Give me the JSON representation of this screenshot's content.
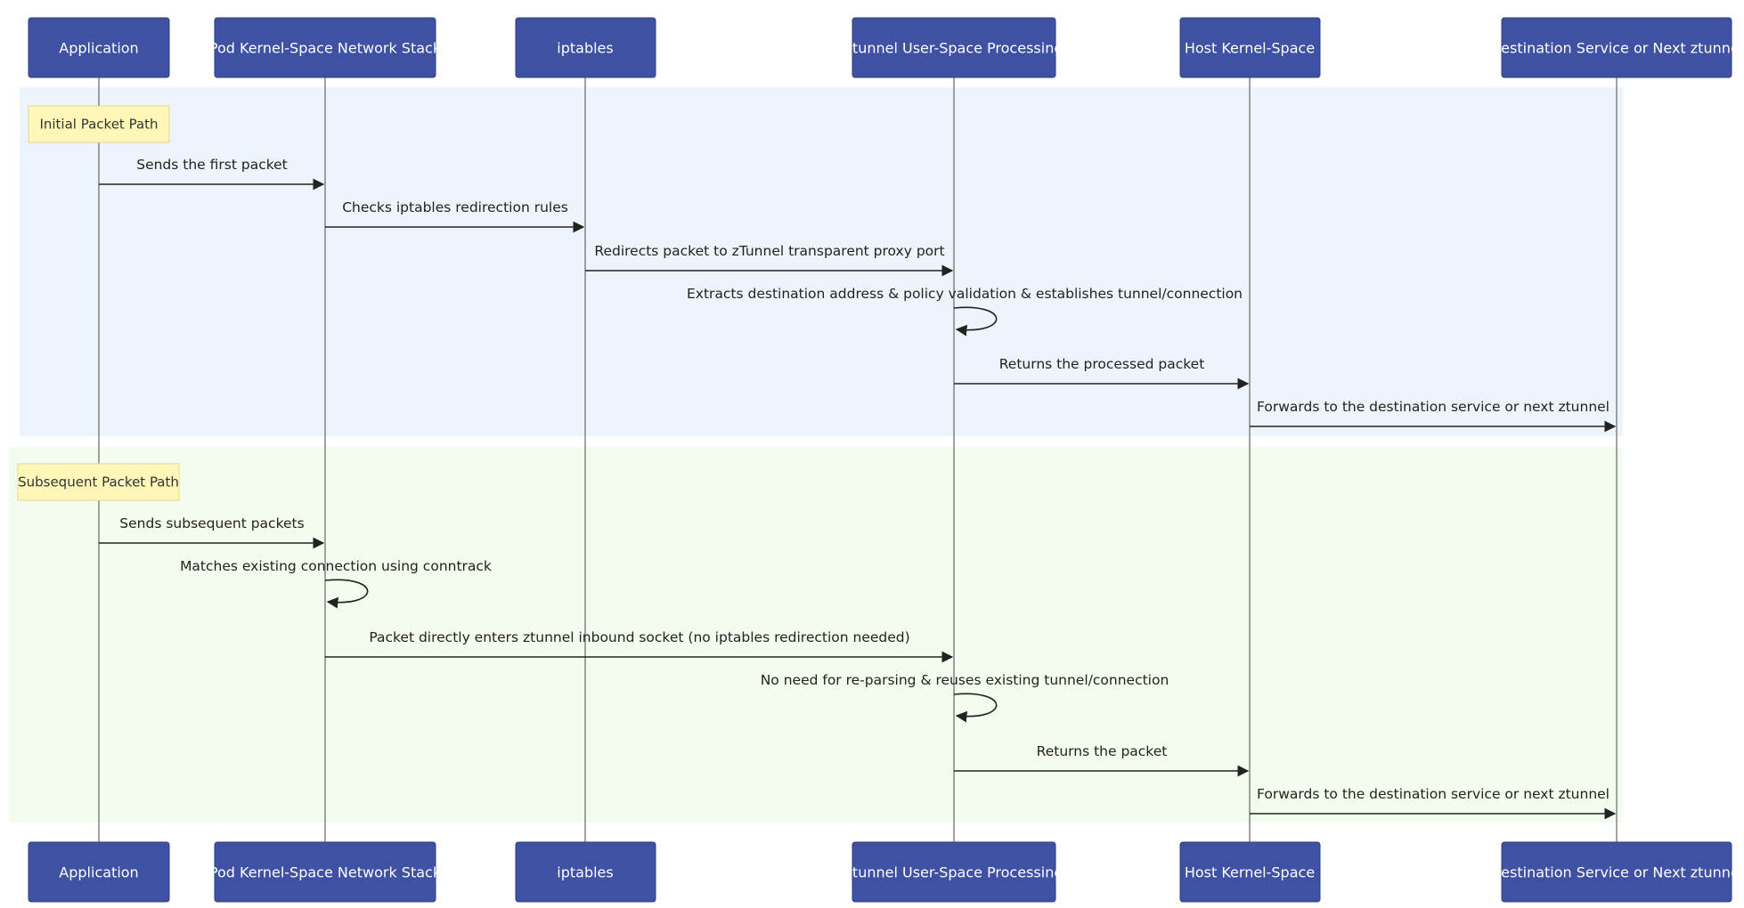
{
  "colors": {
    "actor_fill": "#3f51a3",
    "rect_initial": "#eef4fb",
    "rect_subsequent": "#f4fcee",
    "note_fill": "#fff7b8"
  },
  "participants": [
    "Application",
    "Pod Kernel-Space Network Stack",
    "iptables",
    "ztunnel User-Space Processing",
    "Host Kernel-Space",
    "Destination Service or Next ztunnel"
  ],
  "notes": {
    "initial": "Initial Packet Path",
    "subsequent": "Subsequent Packet Path"
  },
  "messages": [
    {
      "from": 0,
      "to": 1,
      "text": "Sends the first packet"
    },
    {
      "from": 1,
      "to": 2,
      "text": "Checks iptables redirection rules"
    },
    {
      "from": 2,
      "to": 3,
      "text": "Redirects packet to zTunnel transparent proxy port"
    },
    {
      "from": 3,
      "to": 3,
      "text": "Extracts destination address & policy validation & establishes tunnel/connection"
    },
    {
      "from": 3,
      "to": 4,
      "text": "Returns the processed packet"
    },
    {
      "from": 4,
      "to": 5,
      "text": "Forwards to the destination service or next ztunnel"
    },
    {
      "from": 0,
      "to": 1,
      "text": "Sends subsequent packets"
    },
    {
      "from": 1,
      "to": 1,
      "text": "Matches existing connection using conntrack"
    },
    {
      "from": 1,
      "to": 3,
      "text": "Packet directly enters ztunnel inbound socket (no iptables redirection needed)"
    },
    {
      "from": 3,
      "to": 3,
      "text": "No need for re-parsing & reuses existing tunnel/connection"
    },
    {
      "from": 3,
      "to": 4,
      "text": "Returns the packet"
    },
    {
      "from": 4,
      "to": 5,
      "text": "Forwards to the destination service or next ztunnel"
    }
  ]
}
